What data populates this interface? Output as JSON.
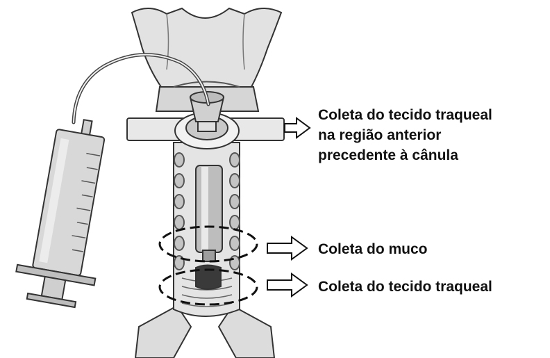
{
  "annotations": {
    "tracheal_tissue_anterior": [
      "Coleta do tecido traqueal",
      "na região anterior",
      "precedente à cânula"
    ],
    "mucus": "Coleta do muco",
    "tracheal_tissue": "Coleta do tecido traqueal"
  },
  "colors": {
    "ink": "#111111",
    "tissue_fill": "#e4e4e4",
    "ring_fill": "#cfcfcf",
    "syringe_fill": "#d8d8d8"
  },
  "icons": [
    "syringe-icon",
    "larynx-icon",
    "trachea-icon",
    "cannula-icon",
    "arrow-right-icon"
  ]
}
